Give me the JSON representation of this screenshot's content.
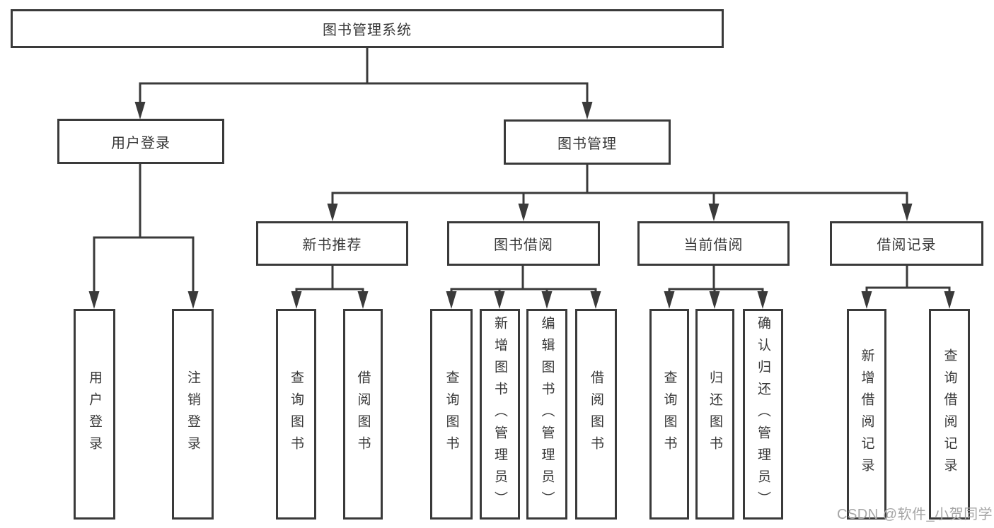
{
  "diagram": {
    "type": "hierarchy",
    "root": {
      "label": "图书管理系统"
    },
    "branches": [
      {
        "label": "用户登录",
        "children": [
          {
            "label": "用户登录"
          },
          {
            "label": "注销登录"
          }
        ]
      },
      {
        "label": "图书管理",
        "children": [
          {
            "label": "新书推荐",
            "children": [
              {
                "label": "查询图书"
              },
              {
                "label": "借阅图书"
              }
            ]
          },
          {
            "label": "图书借阅",
            "children": [
              {
                "label": "查询图书"
              },
              {
                "label": "新增图书（管理员）"
              },
              {
                "label": "编辑图书（管理员）"
              },
              {
                "label": "借阅图书"
              }
            ]
          },
          {
            "label": "当前借阅",
            "children": [
              {
                "label": "查询图书"
              },
              {
                "label": "归还图书"
              },
              {
                "label": "确认归还（管理员）"
              }
            ]
          },
          {
            "label": "借阅记录",
            "children": [
              {
                "label": "新增借阅记录"
              },
              {
                "label": "查询借阅记录"
              }
            ]
          }
        ]
      }
    ]
  },
  "watermark": {
    "text": "CSDN @软件_小贺同学"
  },
  "colors": {
    "line": "#3a3a3a",
    "box_border": "#3a3a3a",
    "text": "#383838",
    "background": "#ffffff",
    "watermark": "#a6a6a6"
  }
}
